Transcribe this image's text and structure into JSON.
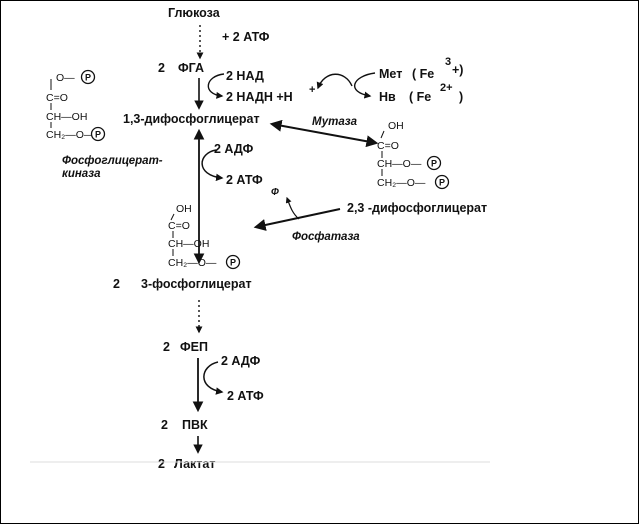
{
  "labels": {
    "glucose": "Глюкоза",
    "plus_atp": "+   2 АТФ",
    "fga_coef": "2",
    "fga": "ФГА",
    "nad": "2 НАД",
    "nadh": "2 НАДН +Н",
    "nadh_sup": "+",
    "met": "Мет",
    "fe3_open": "( Fe",
    "fe3_sup": "3",
    "fe3_close": "+)",
    "hb": "Нв",
    "fe2_open": "( Fe",
    "fe2_sup": "2+",
    "fe2_close": ")",
    "bpg13": "1,3-дифосфоглицерат",
    "mutase": "Мутаза",
    "adp1": "2 АДФ",
    "atp1": "2 АТФ",
    "pgk_line1": "Фосфоглицерат-",
    "pgk_line2": "киназа",
    "pi": "Ф",
    "bpg23": "2,3 -дифосфоглицерат",
    "phosphatase": "Фосфатаза",
    "pg3_coef": "2",
    "pg3": "3-фосфоглицерат",
    "pep_coef": "2",
    "pep": "ФЕП",
    "adp2": "2 АДФ",
    "atp2": "2 АТФ",
    "pvk_coef": "2",
    "pvk": "ПВК",
    "lactate_coef": "2",
    "lactate": "Лактат"
  },
  "structures": {
    "left": {
      "row1": "O—",
      "row2": "C=O",
      "row3": "CH—OH",
      "row4": "CH₂—O—",
      "p": "P"
    },
    "right": {
      "row0": "OH",
      "row1": "C=O",
      "row2": "CH—O—",
      "row3": "CH₂—O—",
      "p1": "P",
      "p2": "P"
    },
    "middle": {
      "row0": "OH",
      "row1": "C=O",
      "row2": "CH—OH",
      "row3": "CH₂—O—",
      "p": "P"
    }
  }
}
